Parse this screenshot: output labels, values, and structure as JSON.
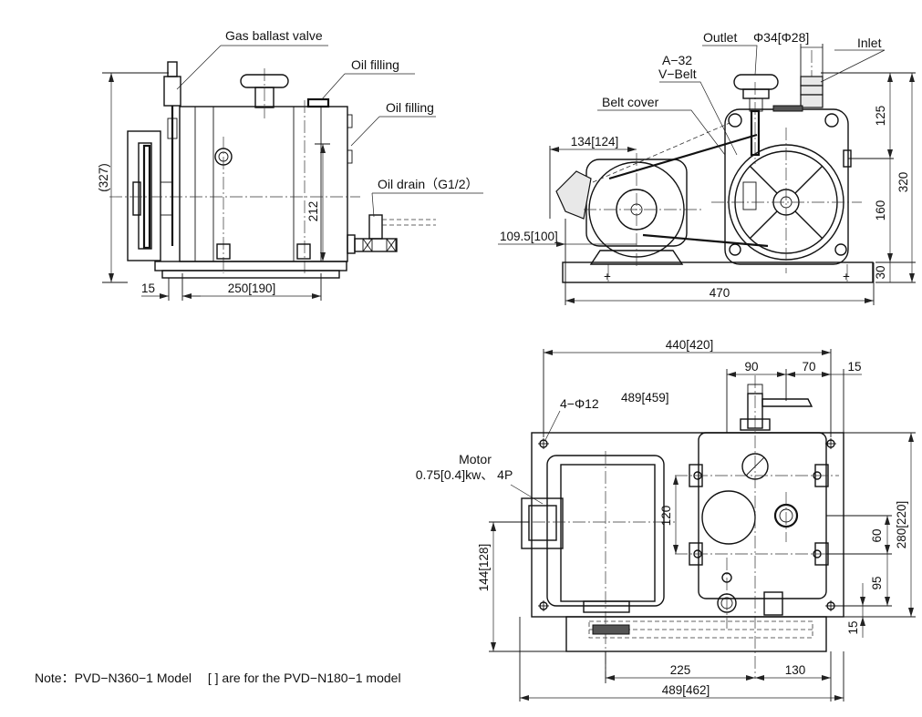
{
  "labels": {
    "gas_ballast_valve": "Gas ballast valve",
    "oil_filling_1": "Oil filling",
    "oil_filling_2": "Oil filling",
    "oil_drain": "Oil drain（G1/2）",
    "outlet": "Outlet",
    "outlet_dia": "Φ34[Φ28]",
    "inlet": "Inlet",
    "belt_type": "A−32",
    "v_belt": "V−Belt",
    "belt_cover": "Belt cover",
    "mount_holes": "4−Φ12",
    "motor_title": "Motor",
    "motor_spec": "0.75[0.4]kw、 4P"
  },
  "dimensions": {
    "side_height": "(327)",
    "side_212": "212",
    "side_15": "15",
    "side_250": "250[190]",
    "front_134": "134[124]",
    "front_109": "109.5[100]",
    "front_470": "470",
    "front_125": "125",
    "front_160": "160",
    "front_30": "30",
    "front_320": "320",
    "top_440": "440[420]",
    "top_489_459": "489[459]",
    "top_90": "90",
    "top_70": "70",
    "top_15a": "15",
    "top_120": "120",
    "top_144": "144[128]",
    "top_60": "60",
    "top_280": "280[220]",
    "top_95": "95",
    "top_15b": "15",
    "top_225": "225",
    "top_130": "130",
    "top_489_462": "489[462]"
  },
  "note": "Note：PVD−N360−1 Model 　[ ] are for the PVD−N180−1 model",
  "icons": {
    "motor": "motor-icon",
    "pump": "pump-icon",
    "pulley": "pulley-icon"
  }
}
